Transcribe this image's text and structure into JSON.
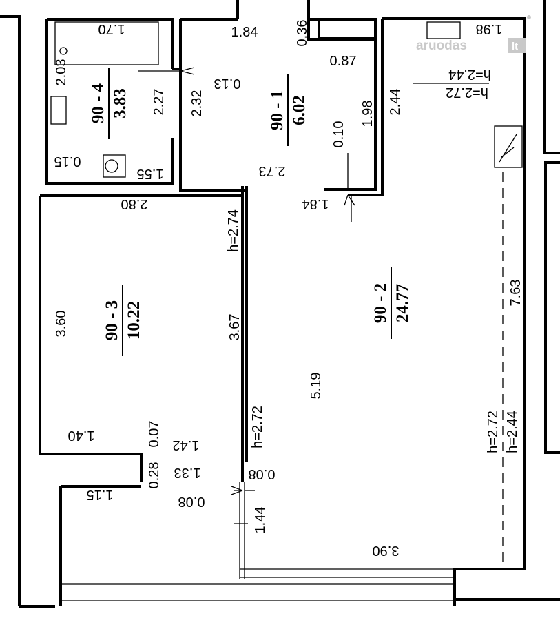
{
  "watermark": "aruodas",
  "watermark_badge": "lt",
  "rooms": [
    {
      "id": "room-90-4",
      "number": "90 - 4",
      "area": "3.83"
    },
    {
      "id": "room-90-1",
      "number": "90 - 1",
      "area": "6.02"
    },
    {
      "id": "room-90-3",
      "number": "90 - 3",
      "area": "10.22"
    },
    {
      "id": "room-90-2",
      "number": "90 - 2",
      "area": "24.77"
    }
  ],
  "dimensions": [
    "1.70",
    "2.03",
    "2.27",
    "0.15",
    "1.55",
    "1.84",
    "0.36",
    "0.87",
    "0.13",
    "2.32",
    "1.98",
    "0.10",
    "2.73",
    "1.98",
    "2.44",
    "h=2.44",
    "h=2.72",
    "2.80",
    "1.84",
    "h=2.74",
    "3.60",
    "3.67",
    "5.19",
    "7.63",
    "0.07",
    "1.40",
    "1.42",
    "h=2.72",
    "0.28",
    "1.33",
    "0.08",
    "1.15",
    "0.08",
    "1.44",
    "3.90",
    "h=2.72",
    "h=2.44"
  ]
}
